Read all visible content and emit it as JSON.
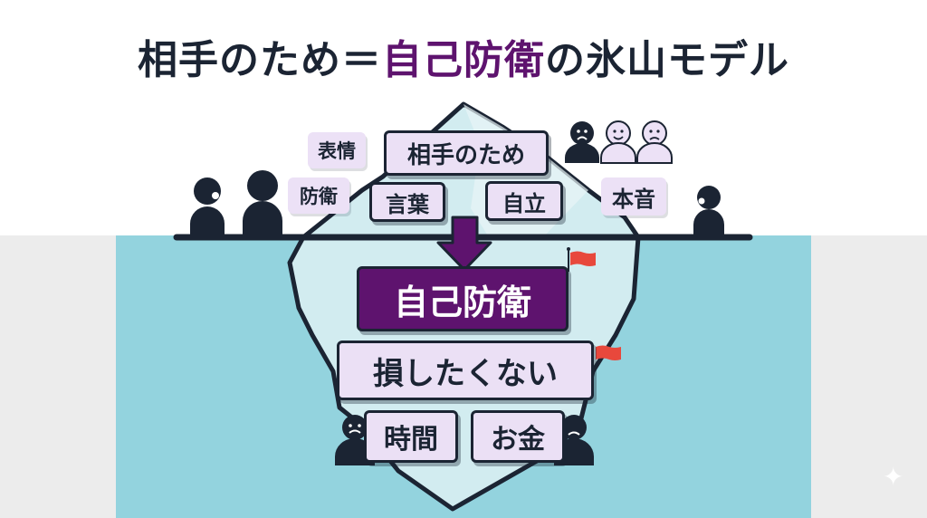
{
  "title": {
    "prefix": "相手のため＝",
    "accent": "自己防衛",
    "suffix": "の氷山モデル"
  },
  "colors": {
    "accent_purple": "#5e136e",
    "dark": "#1b2433",
    "label_bg": "#ebe0f5",
    "water": "#93d3de",
    "iceberg": "#d2ecf0",
    "flag": "#e8483c",
    "side_bg": "#ececec"
  },
  "above_water": {
    "labels": [
      {
        "id": "hyojo",
        "text": "表情"
      },
      {
        "id": "aite",
        "text": "相手のため"
      },
      {
        "id": "bouei_small",
        "text": "防衛"
      },
      {
        "id": "kotoba",
        "text": "言葉"
      },
      {
        "id": "jiritsu",
        "text": "自立"
      },
      {
        "id": "honne",
        "text": "本音"
      }
    ]
  },
  "below_water": {
    "labels": [
      {
        "id": "jiko_bouei",
        "text": "自己防衛"
      },
      {
        "id": "son",
        "text": "損したくない"
      },
      {
        "id": "jikan",
        "text": "時間"
      },
      {
        "id": "okane",
        "text": "お金"
      }
    ]
  },
  "icons": {
    "arrow": "down-arrow-icon",
    "flags": [
      "red-flag-icon",
      "red-flag-icon"
    ],
    "people": [
      "person-talking-icon",
      "person-icon",
      "person-sad-icon",
      "person-smile-icon",
      "person-frown-icon",
      "person-talking-icon",
      "person-sad-icon",
      "person-sad-icon"
    ],
    "sparkle": "sparkle-icon"
  }
}
